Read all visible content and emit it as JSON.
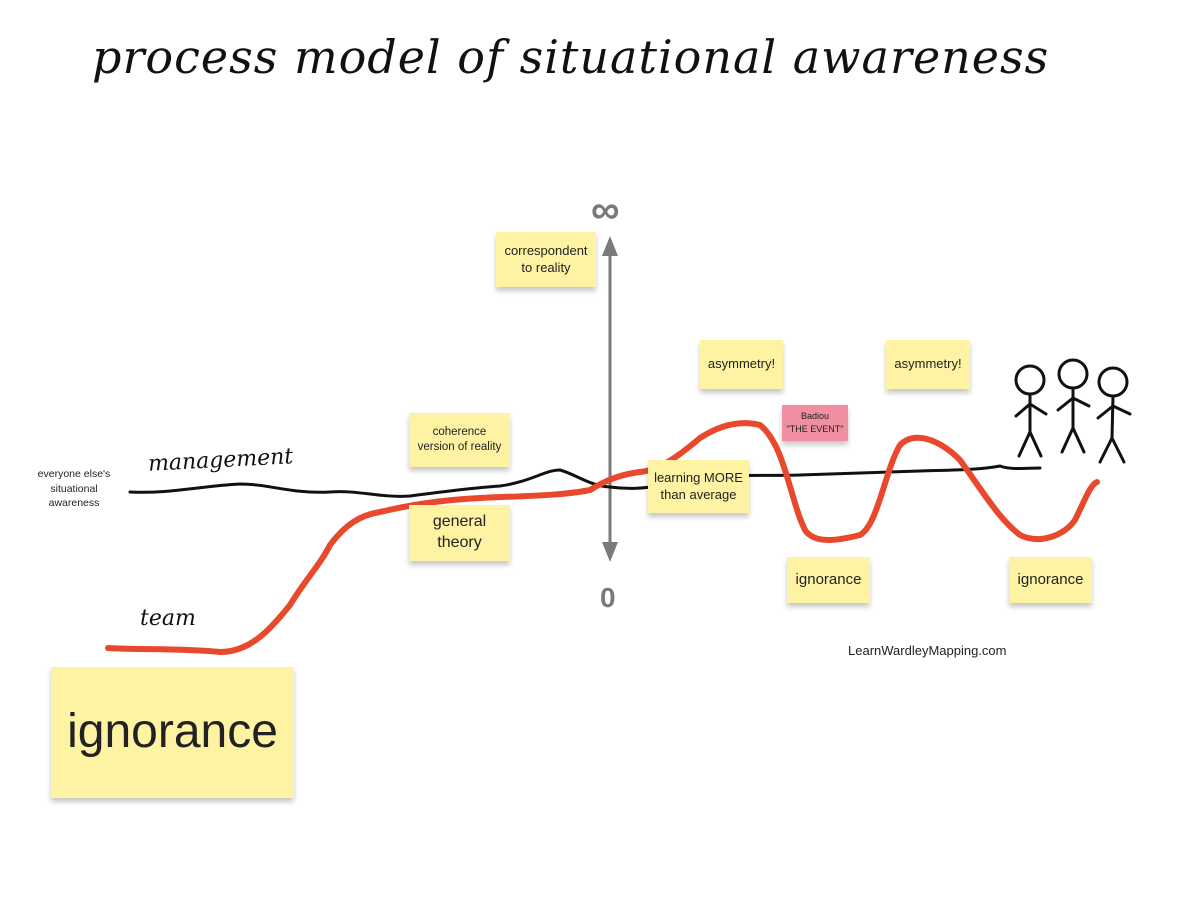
{
  "title": "process model of situational awareness",
  "axis": {
    "top_label": "∞",
    "bottom_label": "0"
  },
  "curve_labels": {
    "management": "management",
    "team": "team"
  },
  "side_note": "everyone else's\nsituational\nawareness",
  "stickies": {
    "correspondent": "correspondent\nto reality",
    "coherence": "coherence\nversion of reality",
    "general_theory": "general\ntheory",
    "learning": "learning MORE\nthan average",
    "asymmetry_1": "asymmetry!",
    "asymmetry_2": "asymmetry!",
    "badiou": "Badiou\n\"THE EVENT\"",
    "ignorance_1": "ignorance",
    "ignorance_2": "ignorance",
    "ignorance_main": "ignorance"
  },
  "footer": "LearnWardleyMapping.com",
  "colors": {
    "team_line": "#e8482b",
    "management_line": "#111111",
    "axis": "#7a7a7a",
    "sticky": "#fdf3a3",
    "sticky_pink": "#f08fa0"
  },
  "icons": [
    "stick-figure-icon",
    "stick-figure-icon",
    "stick-figure-icon"
  ]
}
